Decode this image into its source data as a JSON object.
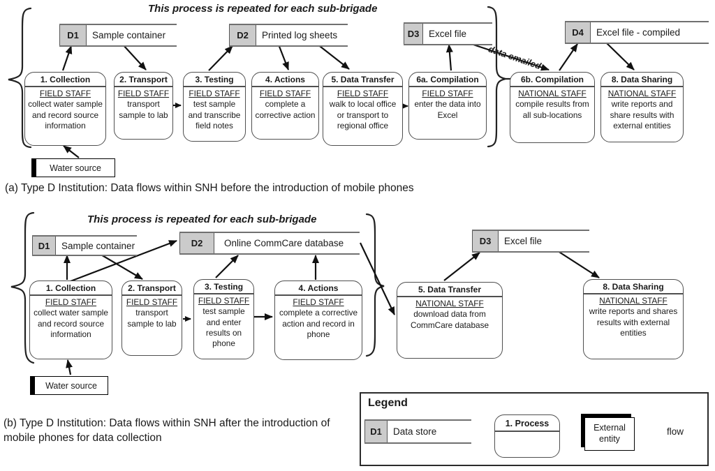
{
  "colors": {
    "tab_fill": "#cbcbcb",
    "storeline": "#707070",
    "arrow": "#111111"
  },
  "diagram_a": {
    "repeat_label": "This process is repeated for each sub-brigade",
    "flow_note": "data emailed",
    "data_stores": [
      {
        "id": "D1",
        "label": "Sample container"
      },
      {
        "id": "D2",
        "label": "Printed log sheets"
      },
      {
        "id": "D3",
        "label": "Excel file"
      },
      {
        "id": "D4",
        "label": "Excel file - compiled"
      }
    ],
    "processes": [
      {
        "title": "1. Collection",
        "actor": "FIELD STAFF",
        "description": "collect water sample and record source information"
      },
      {
        "title": "2. Transport",
        "actor": "FIELD STAFF",
        "description": "transport sample to lab"
      },
      {
        "title": "3. Testing",
        "actor": "FIELD STAFF",
        "description": "test sample and transcribe field notes"
      },
      {
        "title": "4. Actions",
        "actor": "FIELD STAFF",
        "description": "complete a corrective action"
      },
      {
        "title": "5. Data Transfer",
        "actor": "FIELD STAFF",
        "description": "walk to local office or transport to regional office"
      },
      {
        "title": "6a. Compilation",
        "actor": "FIELD STAFF",
        "description": "enter the data into Excel"
      },
      {
        "title": "6b. Compilation",
        "actor": "NATIONAL STAFF",
        "description": "compile results from all sub-locations"
      },
      {
        "title": "8. Data Sharing",
        "actor": "NATIONAL STAFF",
        "description": "write reports and share results with external entities"
      }
    ],
    "external_entity": "Water source",
    "caption": "(a) Type D Institution: Data flows within SNH before the introduction of mobile phones"
  },
  "diagram_b": {
    "repeat_label": "This process is repeated for each sub-brigade",
    "data_stores": [
      {
        "id": "D1",
        "label": "Sample container"
      },
      {
        "id": "D2",
        "label": "Online CommCare database"
      },
      {
        "id": "D3",
        "label": "Excel file"
      }
    ],
    "processes": [
      {
        "title": "1. Collection",
        "actor": "FIELD STAFF",
        "description": "collect water sample and record source information"
      },
      {
        "title": "2. Transport",
        "actor": "FIELD STAFF",
        "description": "transport sample to lab"
      },
      {
        "title": "3. Testing",
        "actor": "FIELD STAFF",
        "description": "test sample and enter results on phone"
      },
      {
        "title": "4. Actions",
        "actor": "FIELD STAFF",
        "description": "complete a corrective action and record in phone"
      },
      {
        "title": "5. Data Transfer",
        "actor": "NATIONAL STAFF",
        "description": "download data from CommCare database"
      },
      {
        "title": "8. Data Sharing",
        "actor": "NATIONAL STAFF",
        "description": "write reports and shares results with external entities"
      }
    ],
    "external_entity": "Water source",
    "caption": "(b) Type D Institution: Data flows within SNH after the introduction of mobile phones for data collection"
  },
  "legend": {
    "title": "Legend",
    "data_store": {
      "id": "D1",
      "label": "Data store"
    },
    "process_label": "1. Process",
    "external_entity": "External entity",
    "flow_label": "flow"
  }
}
